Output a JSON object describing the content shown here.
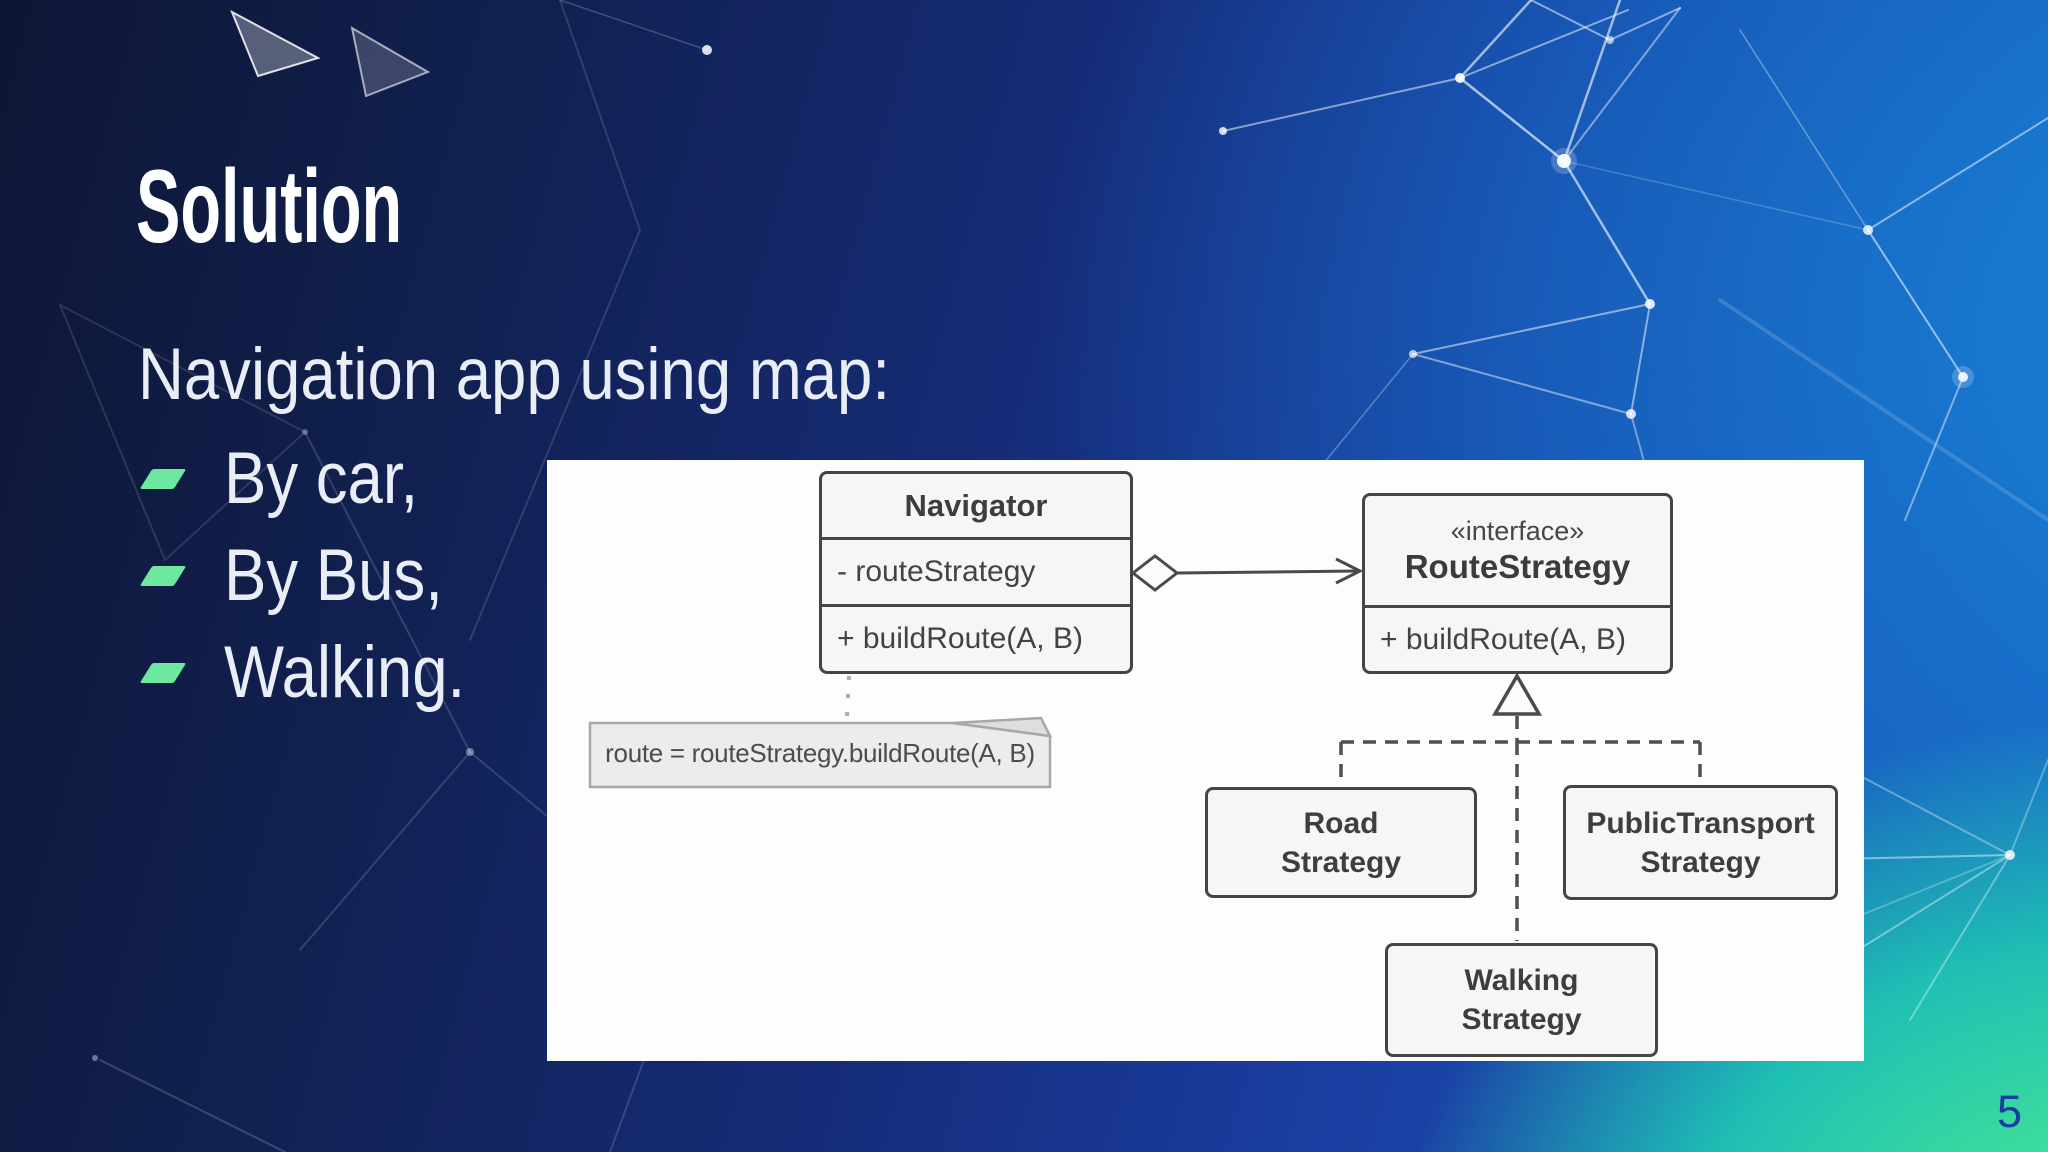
{
  "slide": {
    "title": "Solution",
    "lead": "Navigation app using map:",
    "bullets": [
      "By car,",
      "By Bus,",
      "Walking."
    ],
    "page_number": "5",
    "colors": {
      "bullet_accent": "#6ee79f",
      "page_number": "#1b3da1",
      "background_top_left": "#0d1634",
      "background_right_blue": "#1d5ec0",
      "background_bottom_right_green": "#5bea9b",
      "uml_border": "#454545",
      "uml_fill": "#f7f6f7"
    },
    "icons": {
      "bullet_marker": "green-parallelogram",
      "aggregation": "hollow-diamond",
      "realization": "hollow-triangle"
    }
  },
  "diagram": {
    "navigator": {
      "name": "Navigator",
      "attribute": "- routeStrategy",
      "method": "+ buildRoute(A, B)"
    },
    "route_strategy": {
      "stereotype": "«interface»",
      "name": "RouteStrategy",
      "method": "+ buildRoute(A, B)"
    },
    "note": "route = routeStrategy.buildRoute(A, B)",
    "subclasses": [
      {
        "line1": "Road",
        "line2": "Strategy"
      },
      {
        "line1": "PublicTransport",
        "line2": "Strategy"
      },
      {
        "line1": "Walking",
        "line2": "Strategy"
      }
    ]
  }
}
